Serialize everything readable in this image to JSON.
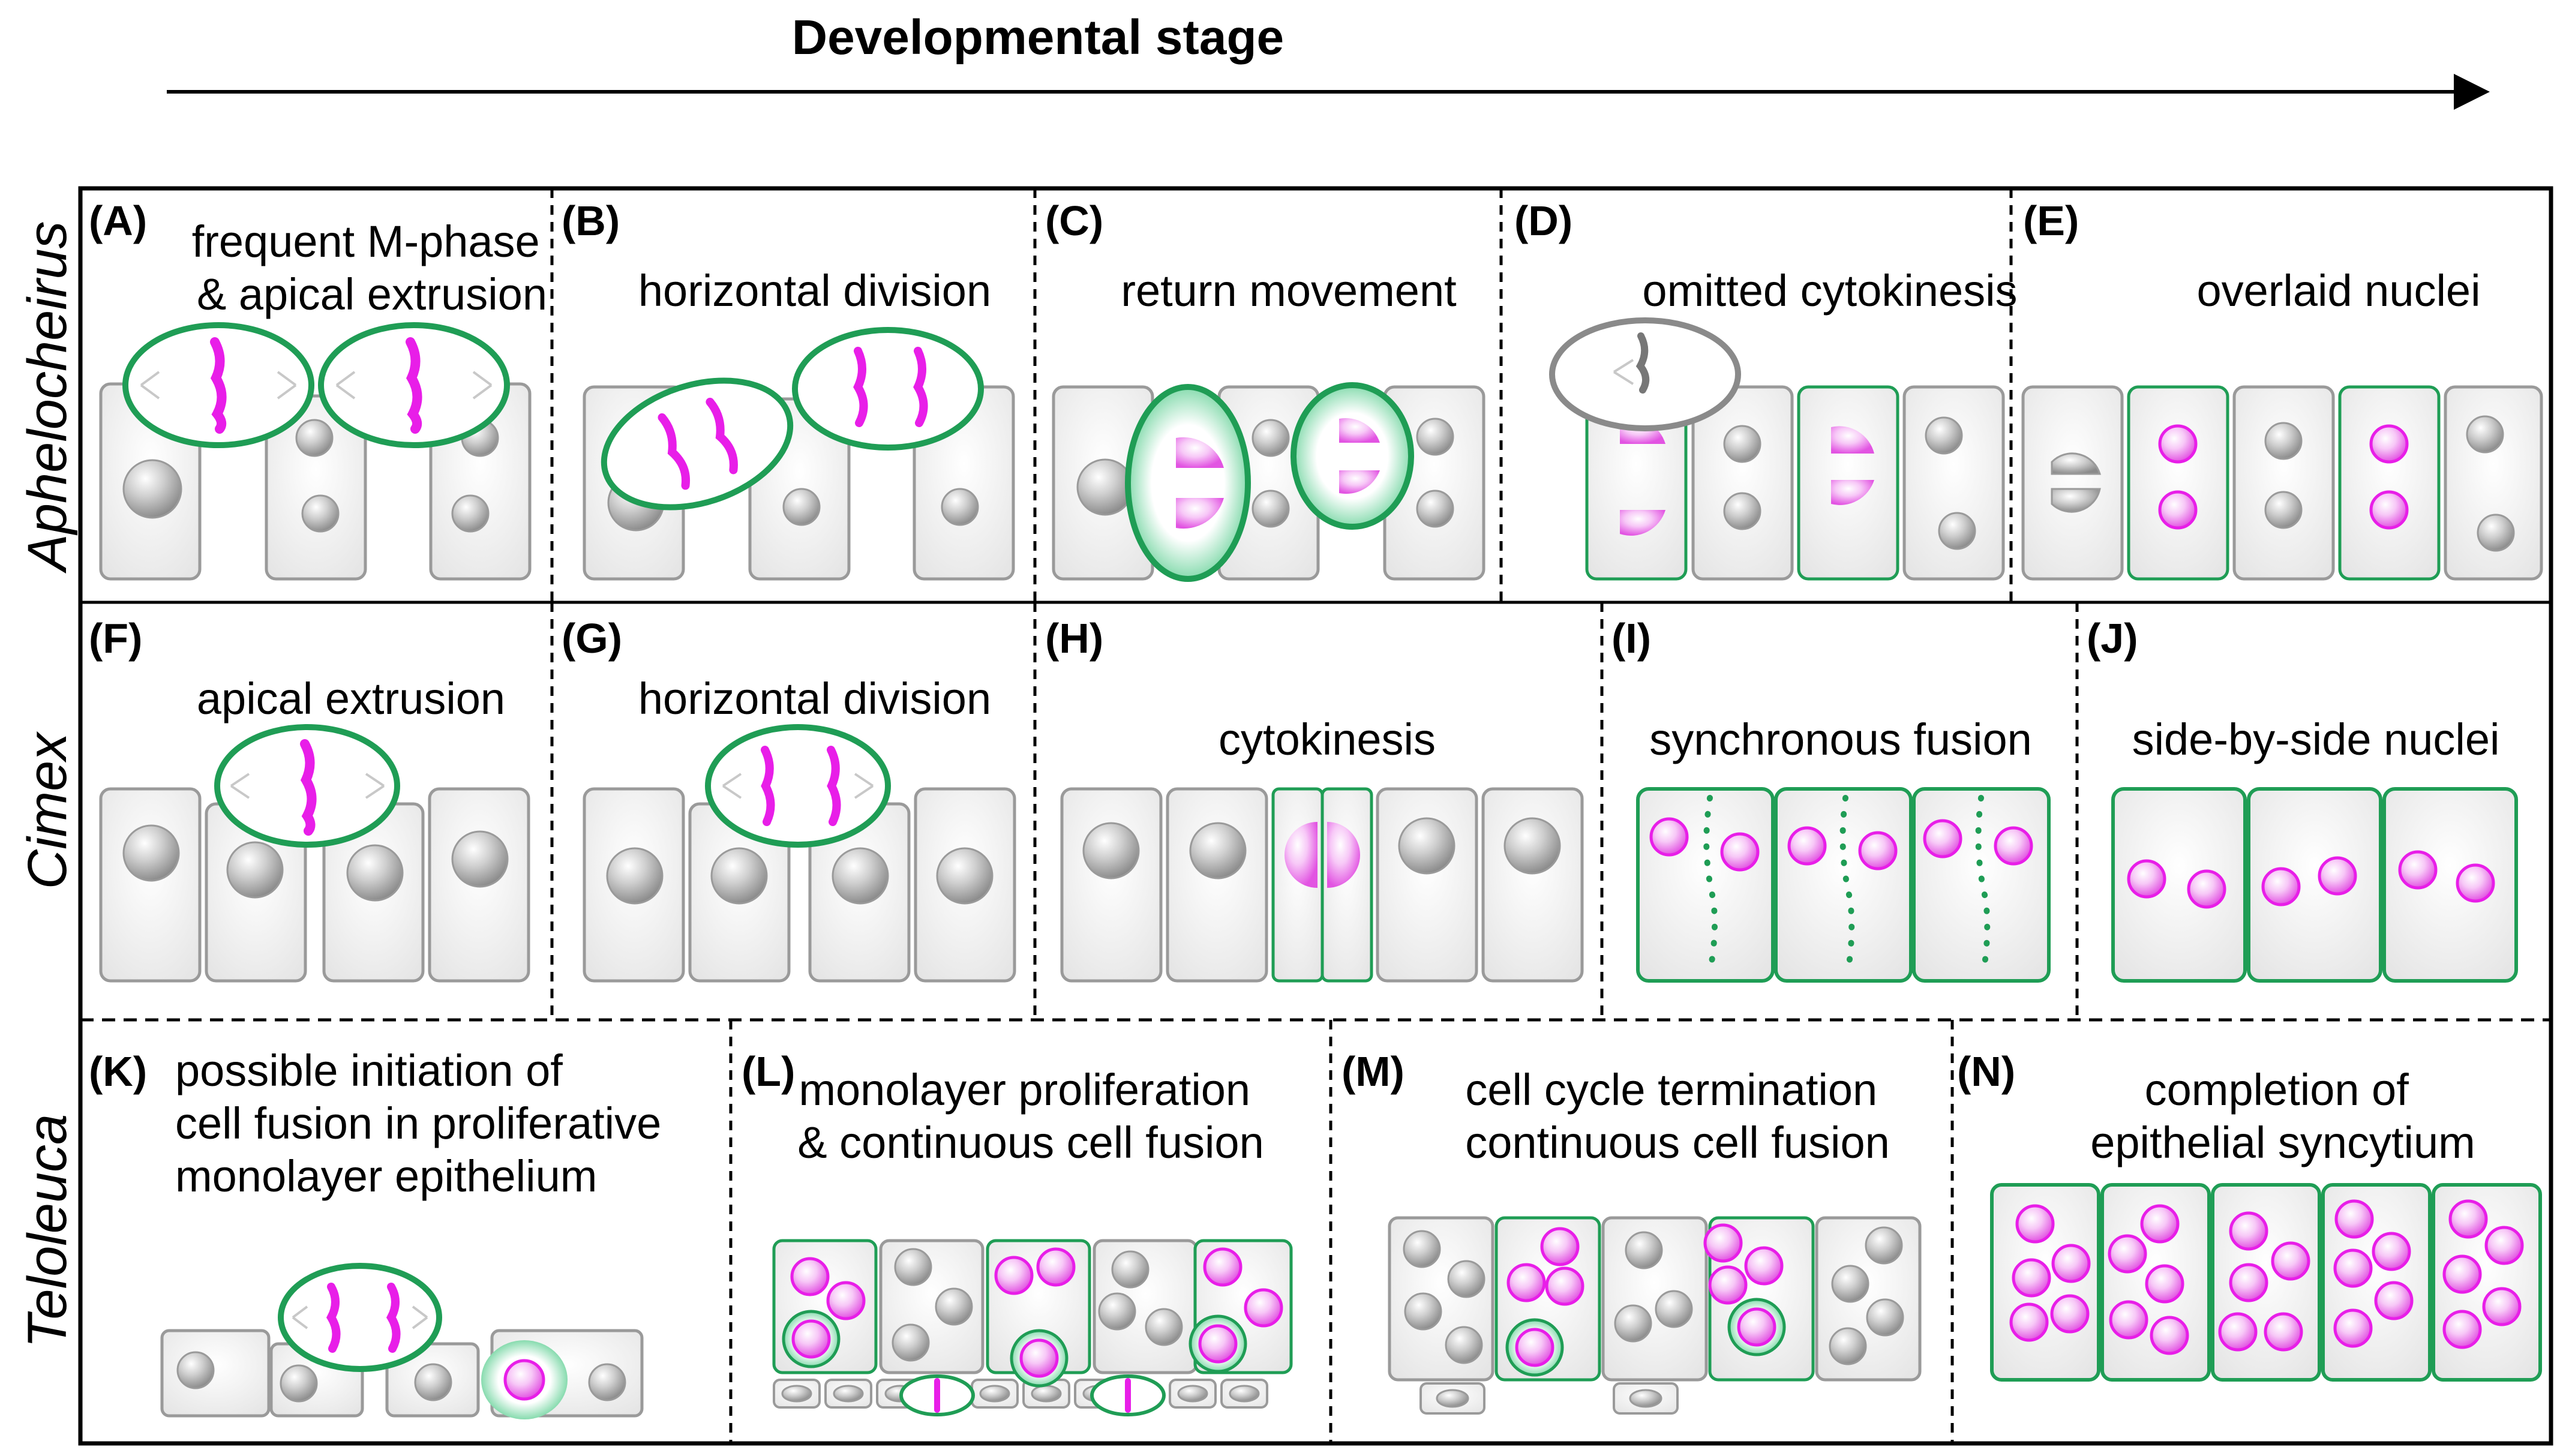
{
  "header": {
    "title": "Developmental stage"
  },
  "rows": [
    {
      "label": "Aphelocheirus"
    },
    {
      "label": "Cimex"
    },
    {
      "label": "Teloleuca"
    }
  ],
  "panels": [
    {
      "id": "(A)",
      "title": [
        "frequent M-phase",
        "& apical extrusion"
      ]
    },
    {
      "id": "(B)",
      "title": [
        "horizontal division"
      ]
    },
    {
      "id": "(C)",
      "title": [
        "return movement"
      ]
    },
    {
      "id": "(D)",
      "title": [
        "omitted cytokinesis"
      ]
    },
    {
      "id": "(E)",
      "title": [
        "overlaid nuclei"
      ]
    },
    {
      "id": "(F)",
      "title": [
        "apical extrusion"
      ]
    },
    {
      "id": "(G)",
      "title": [
        "horizontal division"
      ]
    },
    {
      "id": "(H)",
      "title": [
        "cytokinesis"
      ]
    },
    {
      "id": "(I)",
      "title": [
        "synchronous fusion"
      ]
    },
    {
      "id": "(J)",
      "title": [
        "side-by-side nuclei"
      ]
    },
    {
      "id": "(K)",
      "title": [
        "possible initiation of",
        "cell fusion in proliferative",
        "monolayer epithelium"
      ]
    },
    {
      "id": "(L)",
      "title": [
        "monolayer proliferation",
        "& continuous cell fusion"
      ]
    },
    {
      "id": "(M)",
      "title": [
        "cell cycle termination",
        "continuous cell fusion"
      ]
    },
    {
      "id": "(N)",
      "title": [
        "completion of",
        "epithelial syncytium"
      ]
    }
  ],
  "colors": {
    "fusion_green": "#1f9d55",
    "nucleus_magenta": "#e81ee8",
    "cell_grey": "#9a9a9a",
    "cell_fill": "#f0f0f0",
    "frame": "#000000"
  }
}
